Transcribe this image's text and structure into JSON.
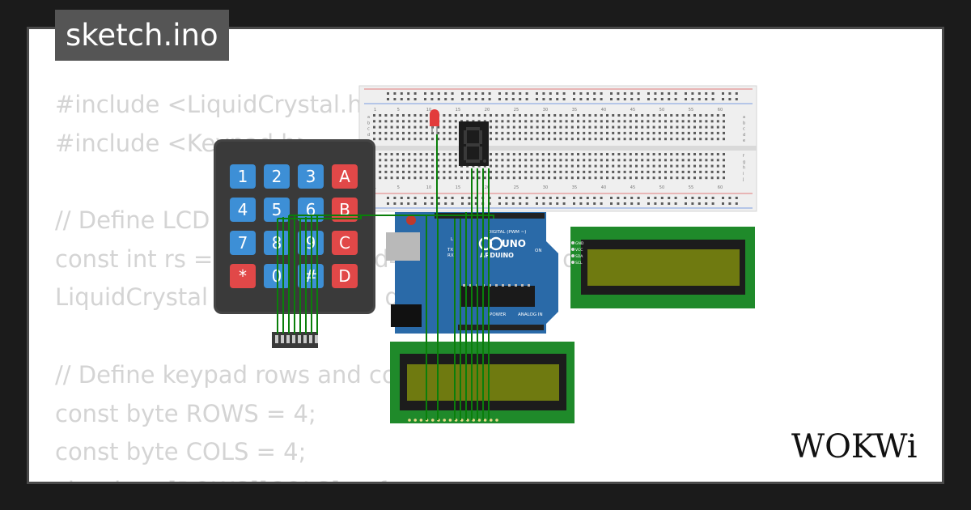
{
  "project": {
    "filename": "sketch.ino"
  },
  "code_lines": [
    "#include <LiquidCrystal.h>",
    "#include <Keypad.h>",
    "",
    "// Define LCD pins",
    "const int rs = 12, en = 11, d4 = 5, d5 = 4, d6 = 3, d7 = 2;",
    "LiquidCrystal lcd(rs, en, d4, d5, d6, d7);",
    "",
    "// Define keypad rows and columns",
    "const byte ROWS = 4;",
    "const byte COLS = 4;",
    "char keys[ROWS][COLS] = {"
  ],
  "keypad": {
    "keys": [
      "1",
      "2",
      "3",
      "A",
      "4",
      "5",
      "6",
      "B",
      "7",
      "8",
      "9",
      "C",
      "*",
      "0",
      "#",
      "D"
    ]
  },
  "arduino": {
    "board_name": "UNO",
    "brand": "ARDUINO",
    "digital_label": "DIGITAL (PWM ~)",
    "power_label": "POWER",
    "analog_label": "ANALOG IN",
    "on_label": "ON",
    "l_label": "L",
    "tx_label": "TX",
    "rx_label": "RX"
  },
  "breadboard": {
    "column_numbers": [
      "1",
      "5",
      "10",
      "15",
      "20",
      "25",
      "30",
      "35",
      "40",
      "45",
      "50",
      "55",
      "60"
    ],
    "row_letters_top": [
      "a",
      "b",
      "c",
      "d",
      "e"
    ],
    "row_letters_bottom": [
      "f",
      "g",
      "h",
      "i",
      "j"
    ]
  },
  "i2c_lcd": {
    "pins": [
      "GND",
      "VCC",
      "SDA",
      "SCL"
    ]
  },
  "brand": {
    "name": "WOKWi"
  },
  "colors": {
    "background": "#1b1b1b",
    "card": "#ffffff",
    "title_bg": "#555555",
    "code_text": "#d4d4d4",
    "wire": "#0a7f0a",
    "arduino_blue": "#2a6aa8",
    "lcd_pcb": "#1f8a2a",
    "lcd_screen": "#6f7a10",
    "key_blue": "#3d8fd6",
    "key_red": "#e14848",
    "led": "#e23b3b"
  }
}
